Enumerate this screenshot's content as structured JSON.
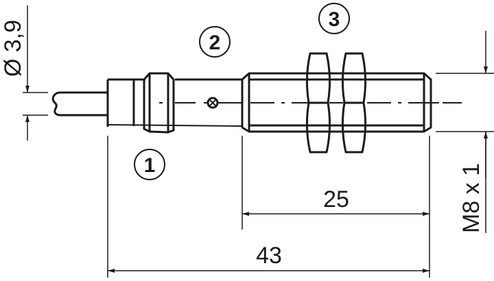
{
  "dimensions": {
    "cable_diameter": "Ø 3,9",
    "thread": "M8 x 1",
    "thread_length": "25",
    "total_length": "43"
  },
  "callouts": [
    "1",
    "2",
    "3"
  ]
}
